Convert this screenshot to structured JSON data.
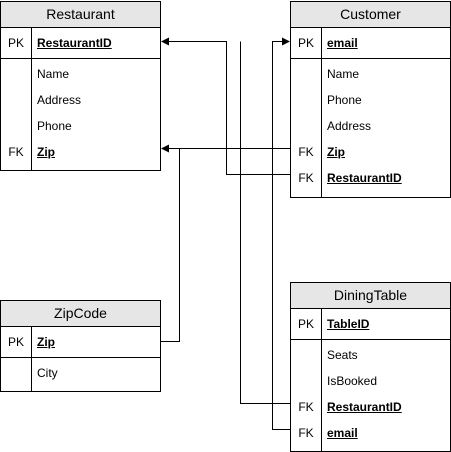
{
  "entities": {
    "restaurant": {
      "title": "Restaurant",
      "pk": {
        "key": "PK",
        "field": "RestaurantID"
      },
      "fields": [
        {
          "key": "",
          "field": "Name"
        },
        {
          "key": "",
          "field": "Address"
        },
        {
          "key": "",
          "field": "Phone"
        },
        {
          "key": "FK",
          "field": "Zip"
        }
      ]
    },
    "customer": {
      "title": "Customer",
      "pk": {
        "key": "PK",
        "field": "email"
      },
      "fields": [
        {
          "key": "",
          "field": "Name"
        },
        {
          "key": "",
          "field": "Phone"
        },
        {
          "key": "",
          "field": "Address"
        },
        {
          "key": "FK",
          "field": "Zip"
        },
        {
          "key": "FK",
          "field": "RestaurantID"
        }
      ]
    },
    "zipcode": {
      "title": "ZipCode",
      "pk": {
        "key": "PK",
        "field": "Zip"
      },
      "fields": [
        {
          "key": "",
          "field": "City"
        }
      ]
    },
    "diningtable": {
      "title": "DiningTable",
      "pk": {
        "key": "PK",
        "field": "TableID"
      },
      "fields": [
        {
          "key": "",
          "field": "Seats"
        },
        {
          "key": "",
          "field": "IsBooked"
        },
        {
          "key": "FK",
          "field": "RestaurantID"
        },
        {
          "key": "FK",
          "field": "email"
        }
      ]
    }
  }
}
